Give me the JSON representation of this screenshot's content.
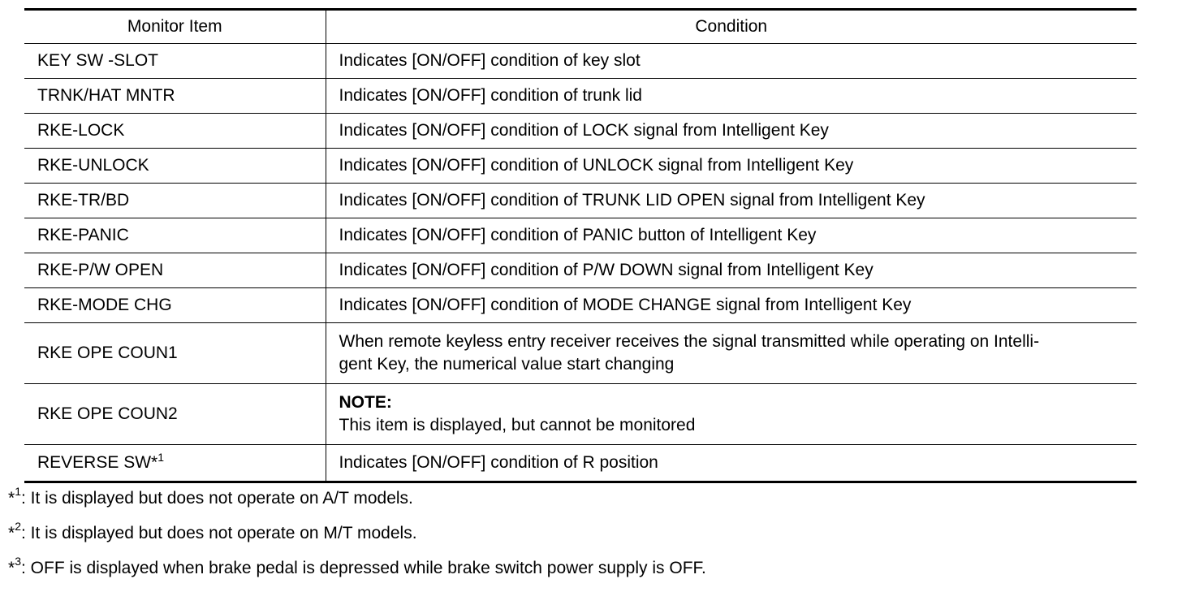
{
  "table": {
    "headers": [
      "Monitor Item",
      "Condition"
    ],
    "rows": [
      {
        "item": "KEY SW -SLOT",
        "condition": "Indicates [ON/OFF] condition of key slot"
      },
      {
        "item": "TRNK/HAT MNTR",
        "condition": "Indicates [ON/OFF] condition of trunk lid"
      },
      {
        "item": "RKE-LOCK",
        "condition": "Indicates [ON/OFF] condition of LOCK signal from Intelligent Key"
      },
      {
        "item": "RKE-UNLOCK",
        "condition": "Indicates [ON/OFF] condition of UNLOCK signal from Intelligent Key"
      },
      {
        "item": "RKE-TR/BD",
        "condition": "Indicates [ON/OFF] condition of TRUNK LID OPEN signal from Intelligent Key"
      },
      {
        "item": "RKE-PANIC",
        "condition": "Indicates [ON/OFF] condition of PANIC button of Intelligent Key"
      },
      {
        "item": "RKE-P/W OPEN",
        "condition": "Indicates [ON/OFF] condition of P/W DOWN signal from Intelligent Key"
      },
      {
        "item": "RKE-MODE CHG",
        "condition": "Indicates [ON/OFF] condition of MODE CHANGE signal from Intelligent Key"
      },
      {
        "item": "RKE OPE COUN1",
        "condition_line1": "When remote keyless entry receiver receives the signal transmitted while operating on Intelli-",
        "condition_line2": "gent Key, the numerical value start changing"
      },
      {
        "item": "RKE OPE COUN2",
        "note_label": "NOTE:",
        "note_text": "This item is displayed, but cannot be monitored"
      },
      {
        "item": "REVERSE SW*",
        "item_sup": "1",
        "condition": "Indicates [ON/OFF] condition of R position"
      }
    ]
  },
  "footnotes": [
    {
      "mark": "*",
      "num": "1",
      "text": ": It is displayed but does not operate on A/T models."
    },
    {
      "mark": "*",
      "num": "2",
      "text": ": It is displayed but does not operate on M/T models."
    },
    {
      "mark": "*",
      "num": "3",
      "text": ": OFF is displayed when brake pedal is depressed while brake switch power supply is OFF."
    }
  ]
}
